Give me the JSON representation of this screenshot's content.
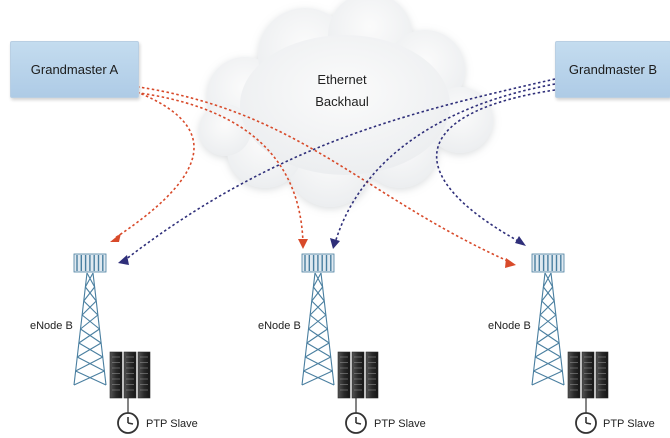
{
  "grandmasters": {
    "a_label": "Grandmaster A",
    "b_label": "Grandmaster B"
  },
  "cloud": {
    "line1": "Ethernet",
    "line2": "Backhaul"
  },
  "sites": [
    {
      "enb_label": "eNode B",
      "slave_label": "PTP Slave"
    },
    {
      "enb_label": "eNode B",
      "slave_label": "PTP Slave"
    },
    {
      "enb_label": "eNode B",
      "slave_label": "PTP Slave"
    }
  ],
  "colors": {
    "grandmaster_a_path": "#d84a2a",
    "grandmaster_b_path": "#2f2f7a",
    "grandmaster_box": "#b7d3ea",
    "cloud_fill": "#f1f3f4",
    "cloud_edge": "#dcdfe1",
    "tower": "#4a7fa0",
    "server": "#2b2b2b"
  }
}
